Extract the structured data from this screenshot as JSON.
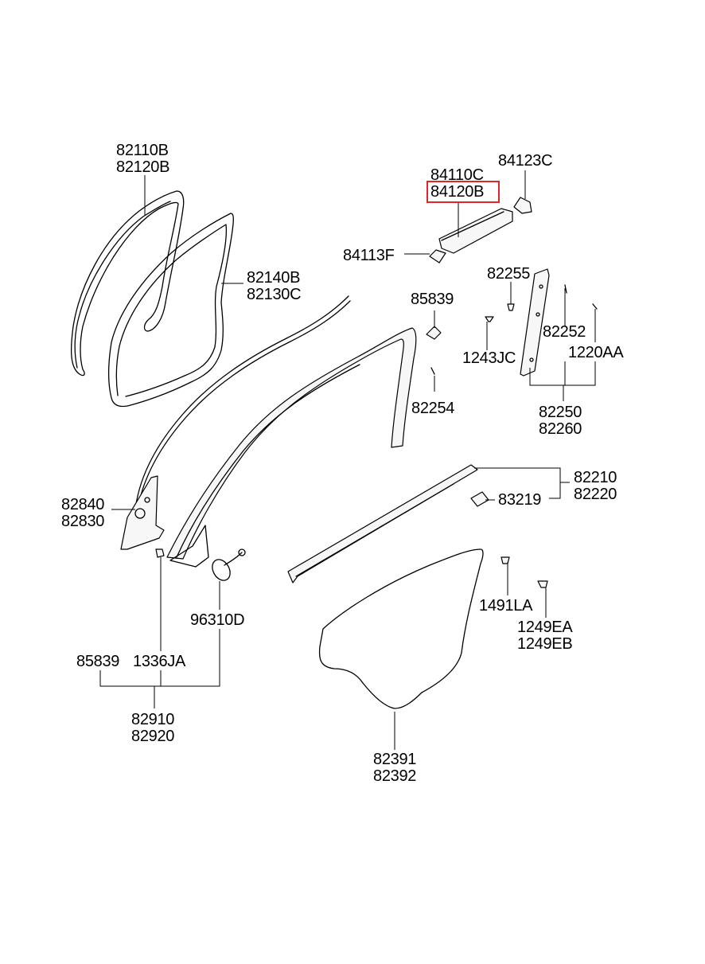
{
  "callouts": {
    "weatherstrip_door": [
      "82110B",
      "82120B"
    ],
    "weatherstrip_opening": [
      "82140B",
      "82130C"
    ],
    "moulding_main": "84110C",
    "moulding_selected": "84120B",
    "moulding_cap": "84123C",
    "moulding_end": "84113F",
    "clip_upper": "85839",
    "clip_a": "82255",
    "screw_a": "1243JC",
    "clip_b": "82252",
    "screw_b": "1220AA",
    "pillar_trim": [
      "82250",
      "82260"
    ],
    "clip_c": "82254",
    "delta_cover": [
      "82840",
      "82830"
    ],
    "belt_moulding": [
      "82210",
      "82220"
    ],
    "belt_clip": "83219",
    "speaker": "96310D",
    "grommet": "1491LA",
    "bolt": [
      "1249EA",
      "1249EB"
    ],
    "clip_lower": "85839",
    "screw_lower": "1336JA",
    "channel_assy": [
      "82910",
      "82920"
    ],
    "vapor_barrier": [
      "82391",
      "82392"
    ]
  },
  "highlight_color": "#e0262b"
}
